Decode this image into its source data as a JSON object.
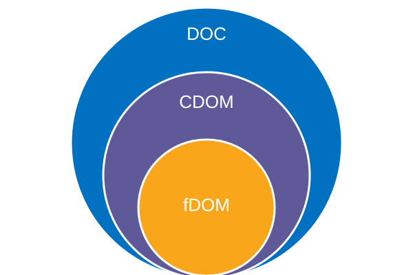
{
  "diagram": {
    "layers": [
      {
        "name": "outer-circle",
        "label": "DOC",
        "color": "#0070C0"
      },
      {
        "name": "middle-circle",
        "label": "CDOM",
        "color": "#5E5A99"
      },
      {
        "name": "inner-circle",
        "label": "fDOM",
        "color": "#FAA61A"
      }
    ],
    "stroke_color": "#ffffff"
  }
}
